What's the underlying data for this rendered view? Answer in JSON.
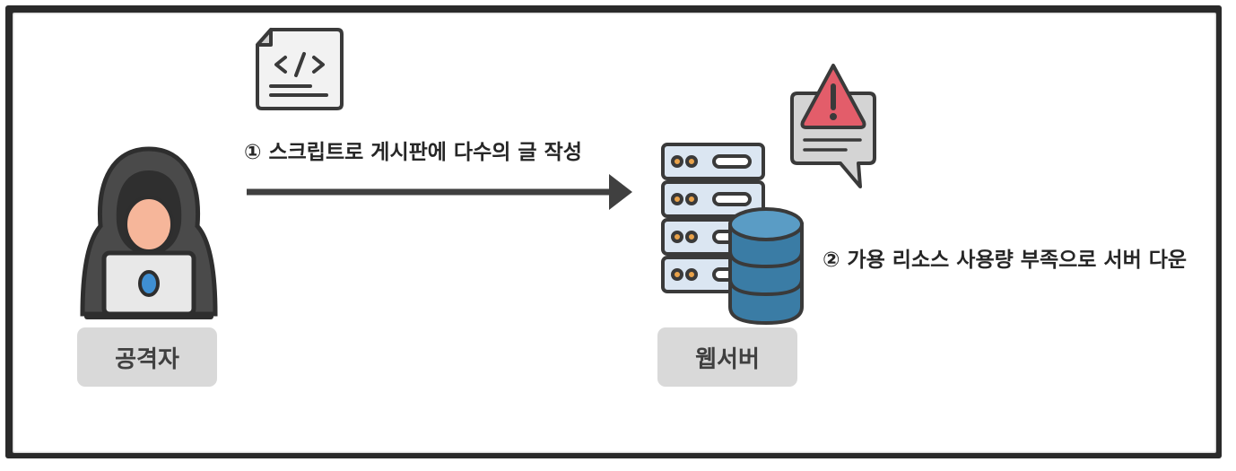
{
  "step1": {
    "text": "① 스크립트로 게시판에 다수의 글 작성"
  },
  "step2": {
    "text": "② 가용 리소스 사용량 부족으로 서버 다운"
  },
  "attacker": {
    "label": "공격자"
  },
  "webserver": {
    "label": "웹서버"
  },
  "icons": {
    "attacker": "hooded-hacker-with-laptop-icon",
    "script": "code-document-icon",
    "server": "server-rack-with-database-icon",
    "warning": "warning-speech-bubble-icon"
  },
  "colors": {
    "frame": "#2a2a2a",
    "label_bg": "#d9d9d9",
    "arrow": "#404040",
    "warning_red": "#e35d6a",
    "database_blue": "#3a7ca5"
  }
}
